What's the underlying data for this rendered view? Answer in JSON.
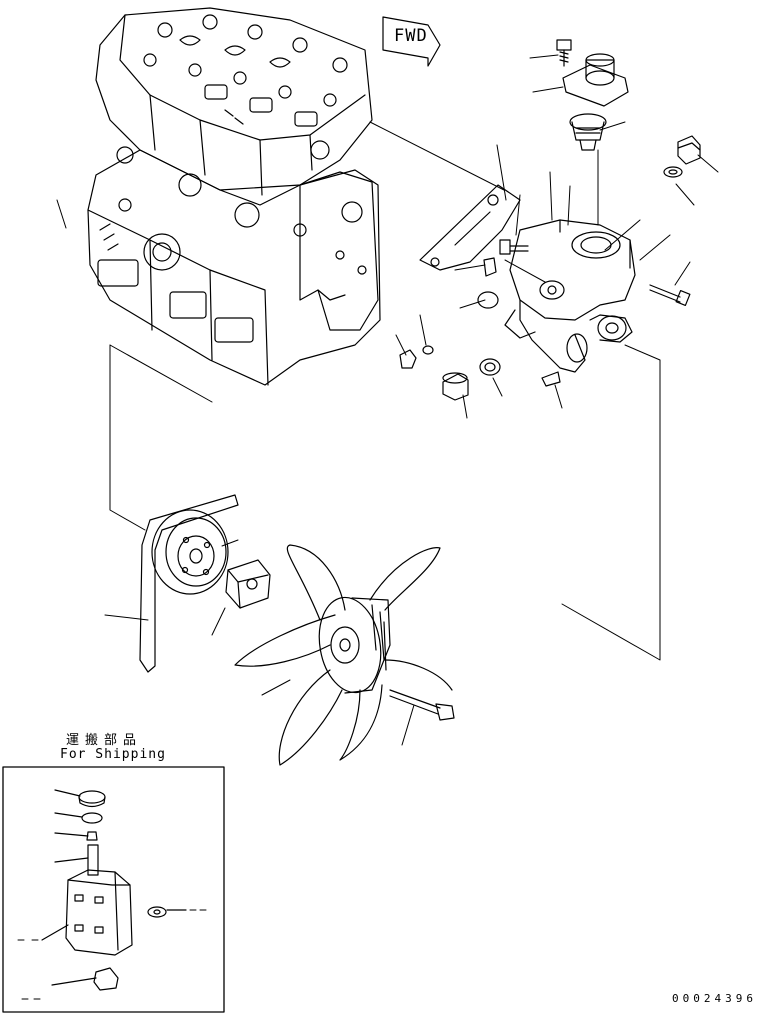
{
  "direction_marker": {
    "text": "FWD"
  },
  "shipping_box": {
    "title_jp": "運搬部品",
    "title_en": "For Shipping"
  },
  "diagram_id": "00024396",
  "colors": {
    "ink": "#000000",
    "paper": "#ffffff"
  }
}
